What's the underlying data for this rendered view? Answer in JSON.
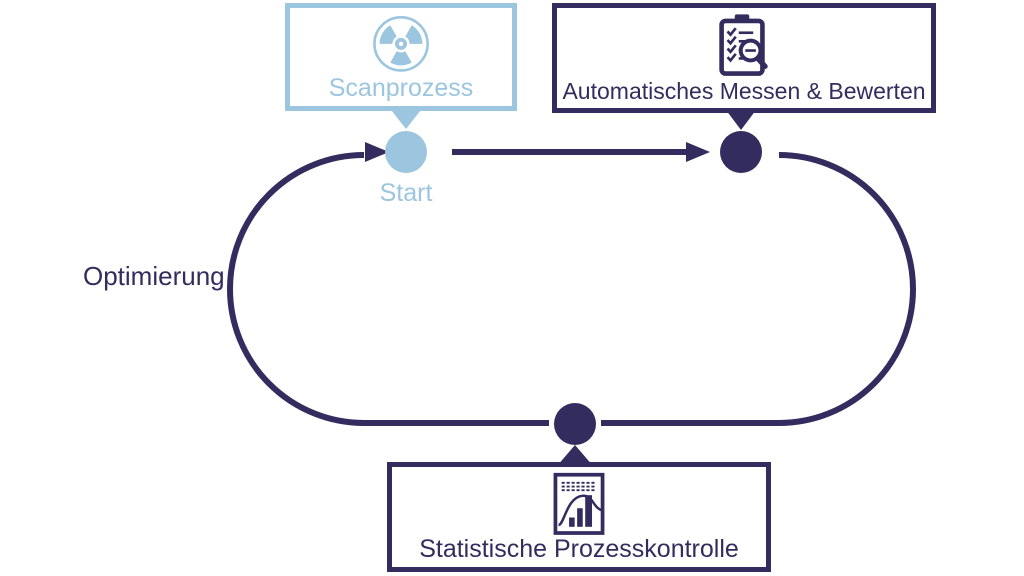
{
  "diagram": {
    "type": "process-cycle",
    "nodes": {
      "scanprozess": {
        "label": "Scanprozess",
        "icon": "radiation-icon",
        "accent": "#9CC5DF"
      },
      "messen": {
        "label": "Automatisches Messen & Bewerten",
        "icon": "checklist-magnifier-icon",
        "accent": "#332C5E"
      },
      "spc": {
        "label": "Statistische Prozesskontrolle",
        "icon": "control-chart-icon",
        "accent": "#332C5E"
      }
    },
    "labels": {
      "start": "Start",
      "optimierung": "Optimierung"
    },
    "colors": {
      "light_blue": "#9CC5DF",
      "dark_navy": "#332C5E",
      "background": "#FFFFFF"
    }
  }
}
